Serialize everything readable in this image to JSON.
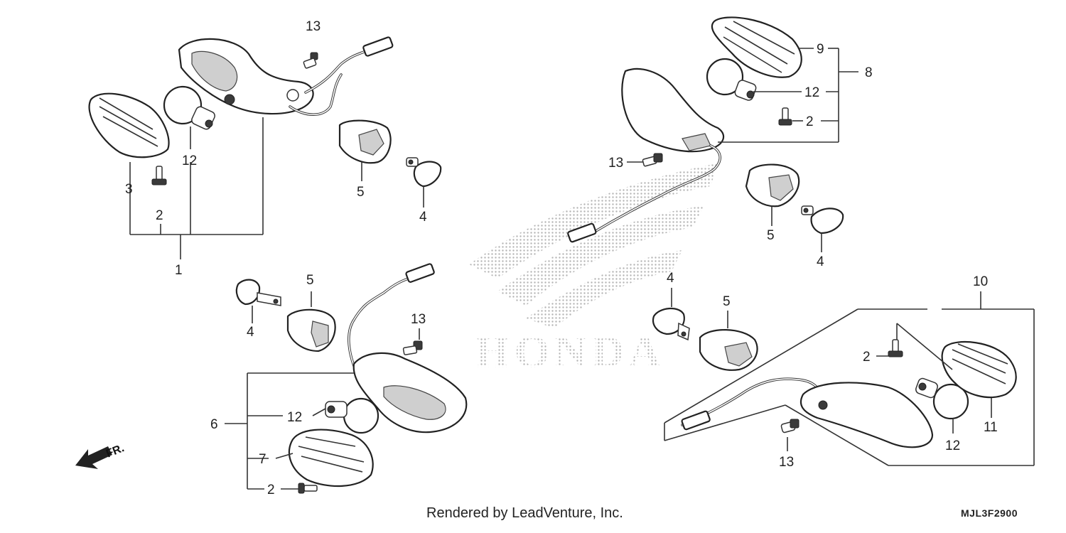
{
  "diagram": {
    "part_numbers": {
      "p1": "1",
      "p2a": "2",
      "p3": "3",
      "p4a": "4",
      "p5a": "5",
      "p12a": "12",
      "p13a": "13",
      "p4b": "4",
      "p5b": "5",
      "p6": "6",
      "p7": "7",
      "p12b": "12",
      "p2b": "2",
      "p13b": "13",
      "p8": "8",
      "p9": "9",
      "p12c": "12",
      "p2c": "2",
      "p13c": "13",
      "p5c": "5",
      "p4c": "4",
      "p10": "10",
      "p4d": "4",
      "p5d": "5",
      "p2d": "2",
      "p11": "11",
      "p12d": "12",
      "p13d": "13"
    },
    "direction_label": "FR.",
    "watermark": "HONDA",
    "credit": "Rendered by LeadVenture, Inc.",
    "diagram_code": "MJL3F2900"
  },
  "colors": {
    "ink": "#222222",
    "background": "#ffffff",
    "watermark": "#b5b5b5"
  }
}
